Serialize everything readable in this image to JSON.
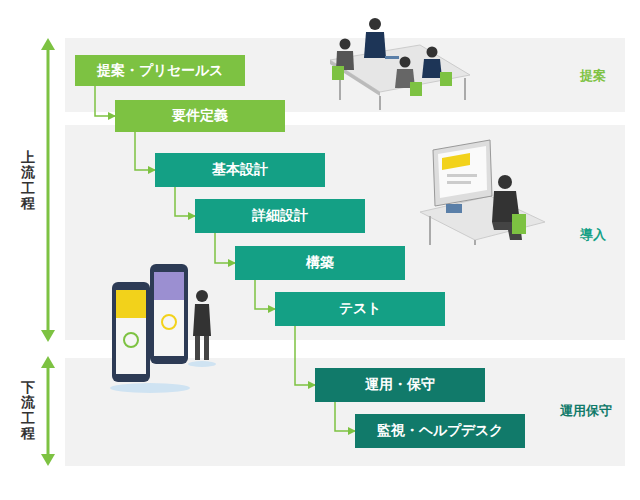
{
  "diagram": {
    "nodes": [
      {
        "text": [
          "提案・プリセールス"
        ]
      },
      {
        "text": [
          "要件定義"
        ]
      },
      {
        "text": [
          "基本設計"
        ]
      },
      {
        "text": [
          "詳細設計"
        ]
      },
      {
        "text": [
          "構築"
        ]
      },
      {
        "text": [
          "テスト"
        ]
      },
      {
        "text": [
          "運用・保守"
        ]
      },
      {
        "text": [
          "監視・ヘルプデスク"
        ]
      }
    ],
    "edges": [
      {
        "from": 0,
        "to": 1,
        "arrow": "to"
      },
      {
        "from": 1,
        "to": 2,
        "arrow": "to"
      },
      {
        "from": 2,
        "to": 3,
        "arrow": "to"
      },
      {
        "from": 3,
        "to": 4,
        "arrow": "to"
      },
      {
        "from": 4,
        "to": 5,
        "arrow": "to"
      },
      {
        "from": 5,
        "to": 6,
        "arrow": "to"
      },
      {
        "from": 6,
        "to": 7,
        "arrow": "to"
      }
    ],
    "labels": [
      "上流工程",
      "下流工程",
      "提案",
      "導入",
      "運用保守"
    ]
  }
}
